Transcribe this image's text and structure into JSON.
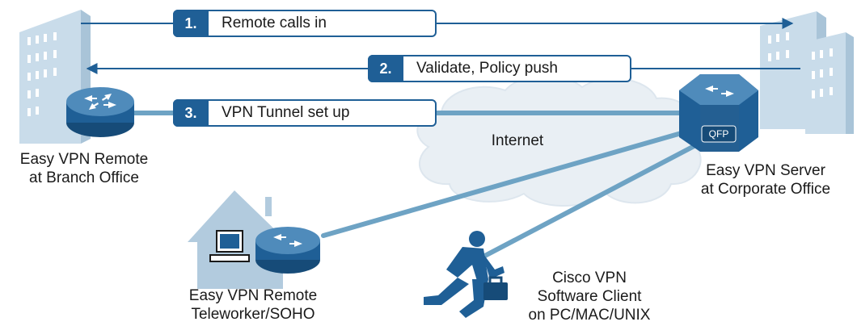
{
  "steps": [
    {
      "number": "1.",
      "text": "Remote calls in"
    },
    {
      "number": "2.",
      "text": "Validate, Policy push"
    },
    {
      "number": "3.",
      "text": "VPN Tunnel set up"
    }
  ],
  "labels": {
    "internet": "Internet",
    "branch_line1": "Easy VPN Remote",
    "branch_line2": "at Branch Office",
    "server_line1": "Easy VPN Server",
    "server_line2": "at Corporate Office",
    "soho_line1": "Easy VPN Remote",
    "soho_line2": "Teleworker/SOHO",
    "client_line1": "Cisco VPN",
    "client_line2": "Software Client",
    "client_line3": "on PC/MAC/UNIX",
    "qfp": "QFP"
  },
  "colors": {
    "primary_blue": "#1f5f96",
    "tunnel_blue": "#6ea3c4",
    "building_blue": "#c9dcea",
    "cloud": "#e9eff4",
    "house": "#b2cbde"
  },
  "icons": [
    "branch-building-icon",
    "corporate-building-icon",
    "router-icon",
    "qfp-router-icon",
    "cloud-icon",
    "house-icon",
    "computer-icon",
    "running-user-icon"
  ]
}
